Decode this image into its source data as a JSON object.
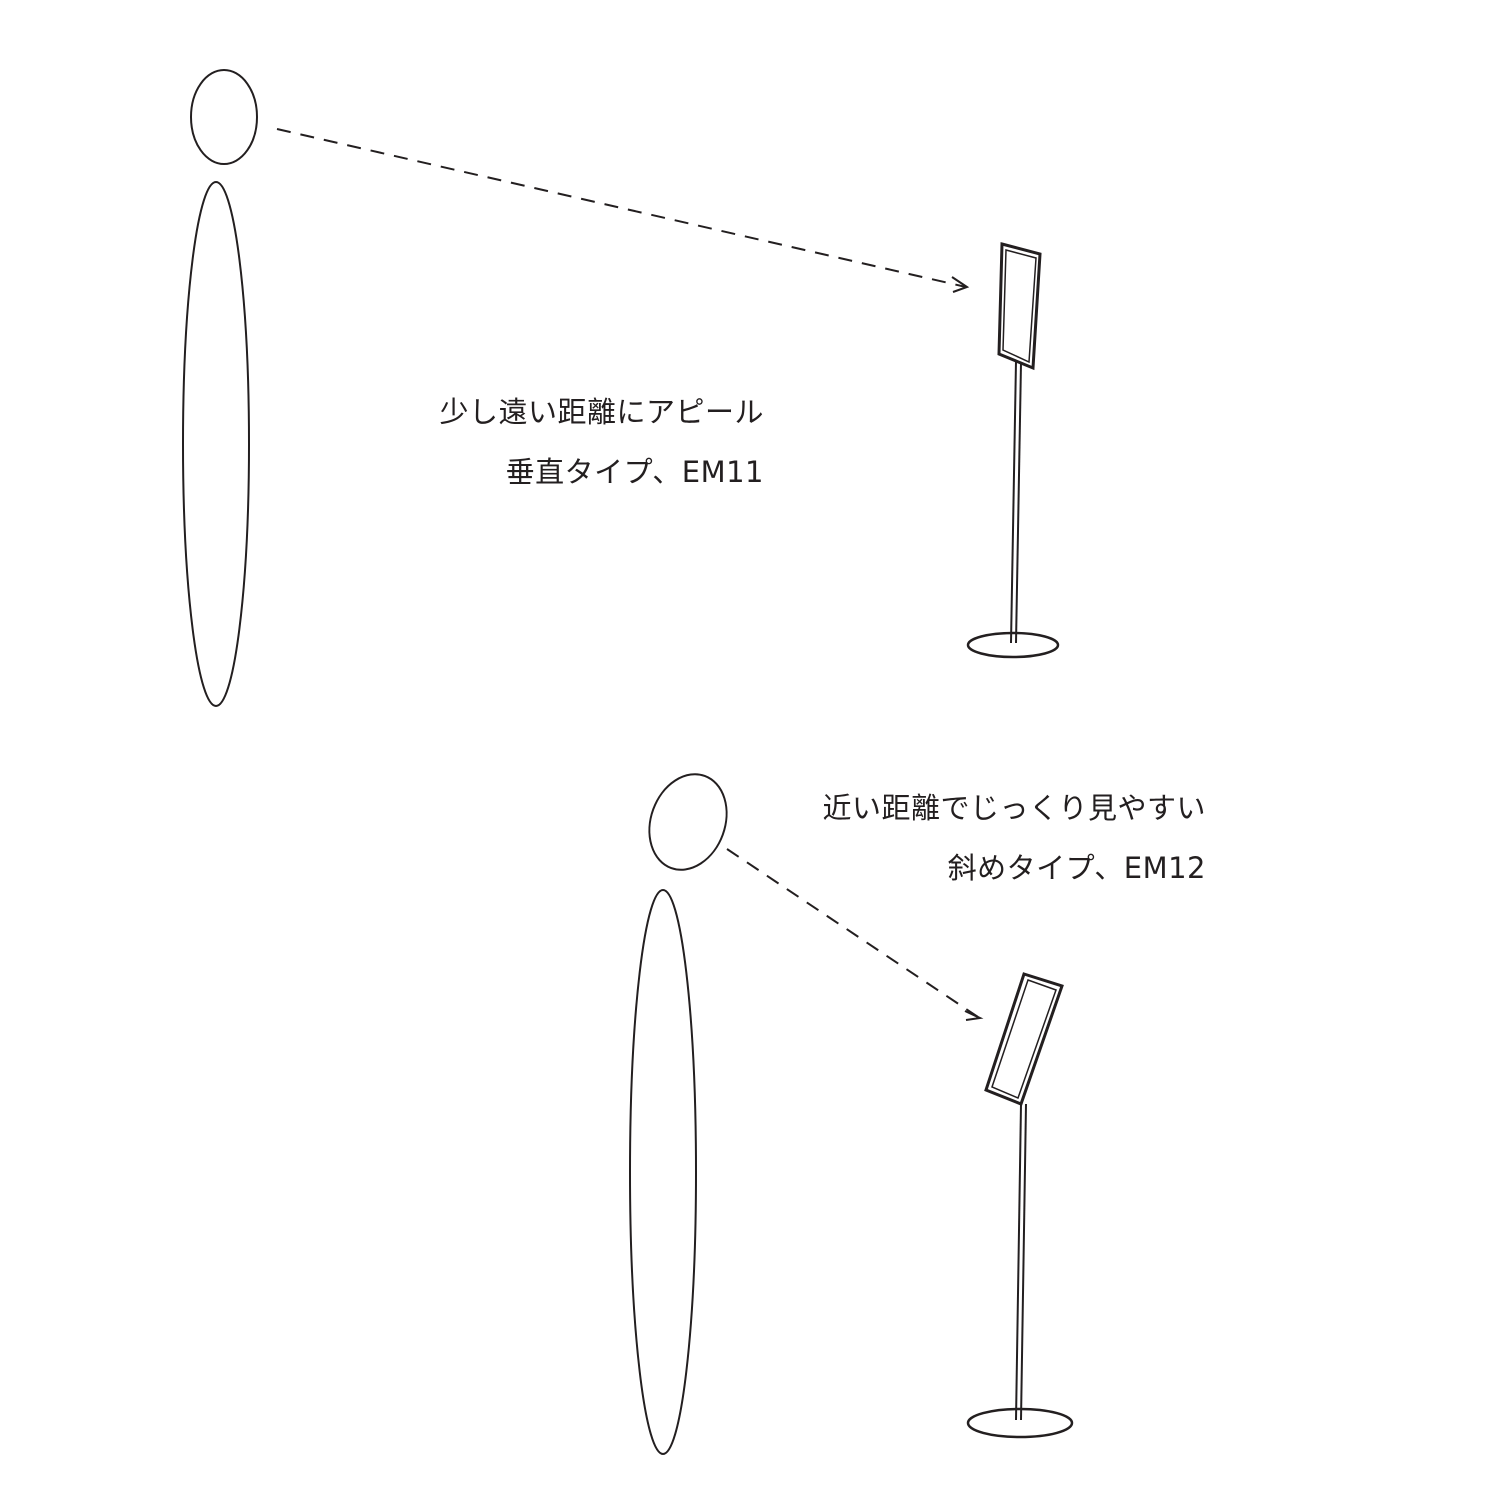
{
  "colors": {
    "line": "#231f20",
    "background": "#ffffff"
  },
  "scenes": [
    {
      "id": "far",
      "caption_line1": "少し遠い距離にアピール",
      "caption_line2": "垂直タイプ、EM11",
      "model": "EM11",
      "panel_orientation": "vertical"
    },
    {
      "id": "near",
      "caption_line1": "近い距離でじっくり見やすい",
      "caption_line2": "斜めタイプ、EM12",
      "model": "EM12",
      "panel_orientation": "tilted"
    }
  ]
}
